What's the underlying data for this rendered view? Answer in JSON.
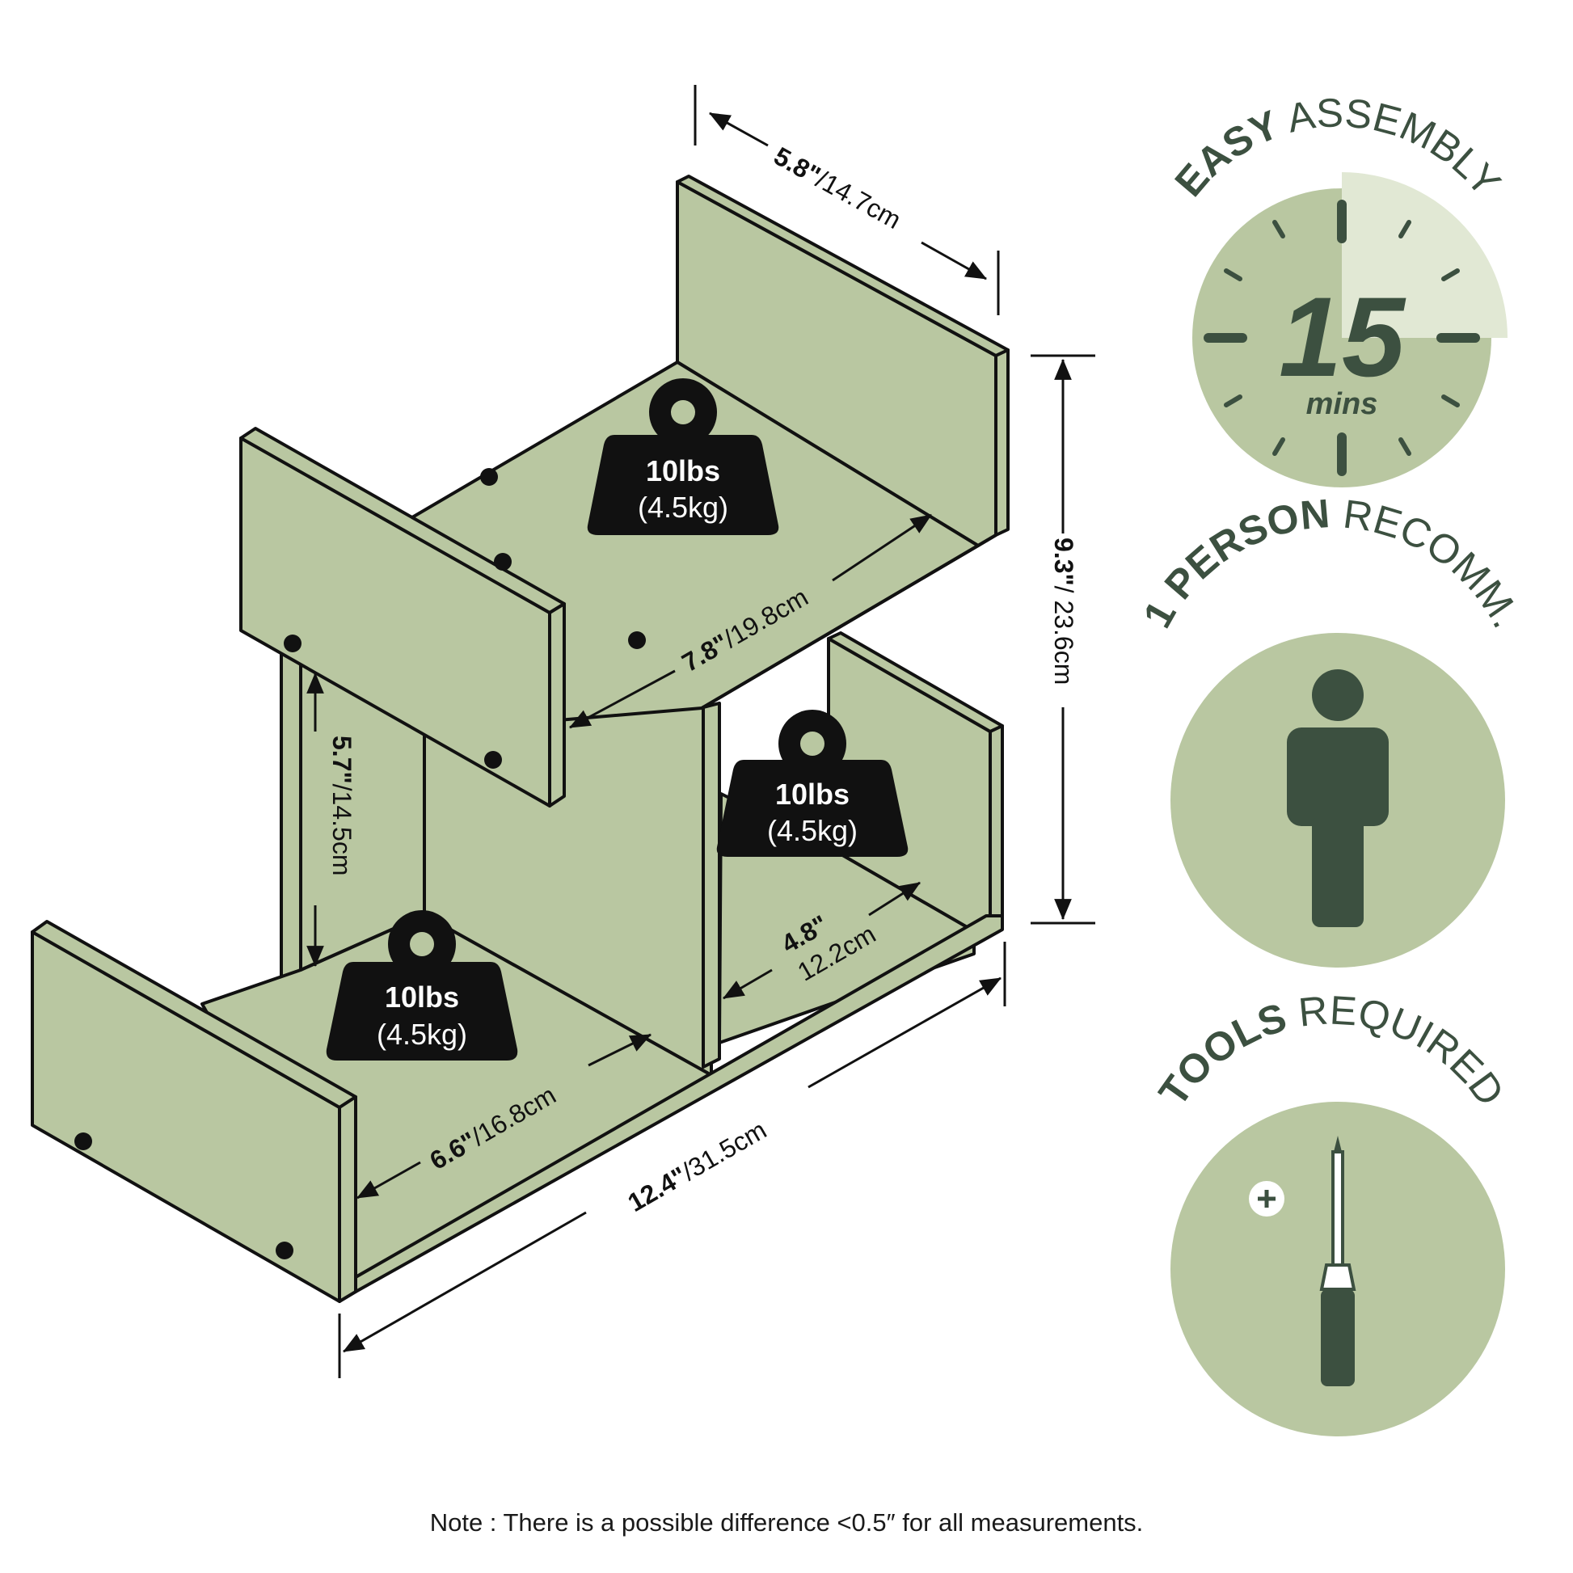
{
  "colors": {
    "panel": "#b9c7a1",
    "outline": "#111111",
    "dark_green": "#3c5040",
    "badge_bg": "#b9c7a1",
    "badge_highlight": "#e1e8d4",
    "weight_fill": "#111111"
  },
  "dimensions": {
    "top_depth": {
      "inch": "5.8\"",
      "cm": "/14.7cm"
    },
    "upper_shelf_width": {
      "inch": "7.8\"",
      "cm": "/19.8cm"
    },
    "total_height": {
      "inch": "9.3\"",
      "cm": "/ 23.6cm"
    },
    "middle_height": {
      "inch": "5.7\"",
      "cm": "/14.5cm"
    },
    "right_compartment": {
      "inch": "4.8\"",
      "cm": "12.2cm"
    },
    "lower_shelf_width": {
      "inch": "6.6\"",
      "cm": "/16.8cm"
    },
    "total_width": {
      "inch": "12.4\"",
      "cm": "/31.5cm"
    }
  },
  "weights": [
    {
      "lbs": "10lbs",
      "kg": "(4.5kg)"
    },
    {
      "lbs": "10lbs",
      "kg": "(4.5kg)"
    },
    {
      "lbs": "10lbs",
      "kg": "(4.5kg)"
    }
  ],
  "badges": {
    "assembly": {
      "bold": "EASY",
      "rest": " ASSEMBLY",
      "number": "15",
      "unit": "mins",
      "icon": "clock-icon"
    },
    "person": {
      "bold": "1 PERSON",
      "rest": " RECOMM.",
      "icon": "person-icon"
    },
    "tools": {
      "bold": "TOOLS",
      "rest": " REQUIRED",
      "icon": "screwdriver-icon"
    }
  },
  "note": "Note : There is a possible difference <0.5″ for all measurements."
}
